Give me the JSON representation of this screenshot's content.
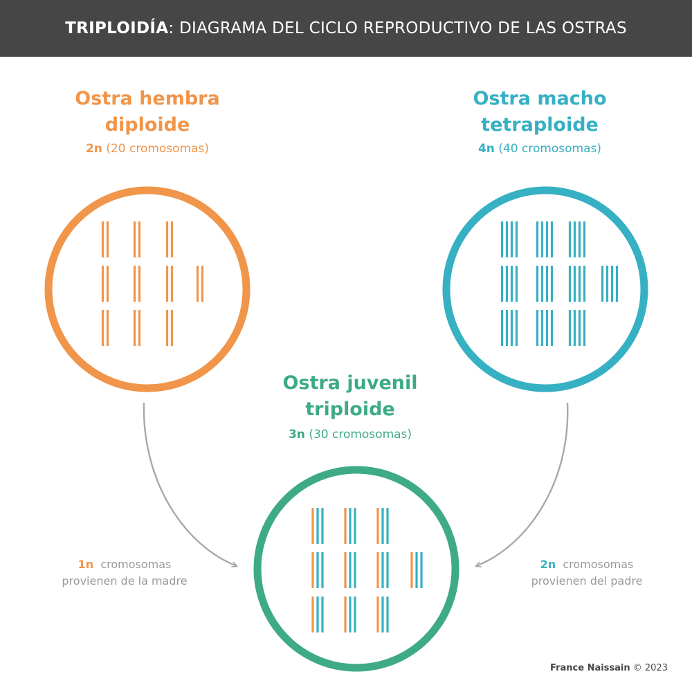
{
  "header": {
    "title_strong": "TRIPLOIDÍA",
    "title_rest": ": DIAGRAMA DEL CICLO REPRODUCTIVO DE LAS OSTRAS"
  },
  "colors": {
    "female": "#f0954a",
    "male": "#36b0c3",
    "juvenile": "#3eaa87",
    "arrow": "#a8a8a8",
    "header_bg": "#464646"
  },
  "female": {
    "title_line1": "Ostra hembra",
    "title_line2": "diploide",
    "ploidy": "2n",
    "chromosomes": "(20 cromosomas)",
    "strands_per_chromosome": 2
  },
  "male": {
    "title_line1": "Ostra macho",
    "title_line2": "tetraploide",
    "ploidy": "4n",
    "chromosomes": "(40 cromosomas)",
    "strands_per_chromosome": 4
  },
  "juvenile": {
    "title_line1": "Ostra juvenil",
    "title_line2": "triploide",
    "ploidy": "3n",
    "chromosomes": "(30 cromosomas)",
    "strands_per_chromosome": 3,
    "maternal_strands": 1,
    "paternal_strands": 2
  },
  "notes": {
    "mother_count": "1n",
    "mother_word": "cromosomas",
    "mother_line2": "provienen de la madre",
    "father_count": "2n",
    "father_word": "cromosomas",
    "father_line2": "provienen del padre"
  },
  "credit": {
    "brand": "France Naissain",
    "year": "© 2023"
  }
}
